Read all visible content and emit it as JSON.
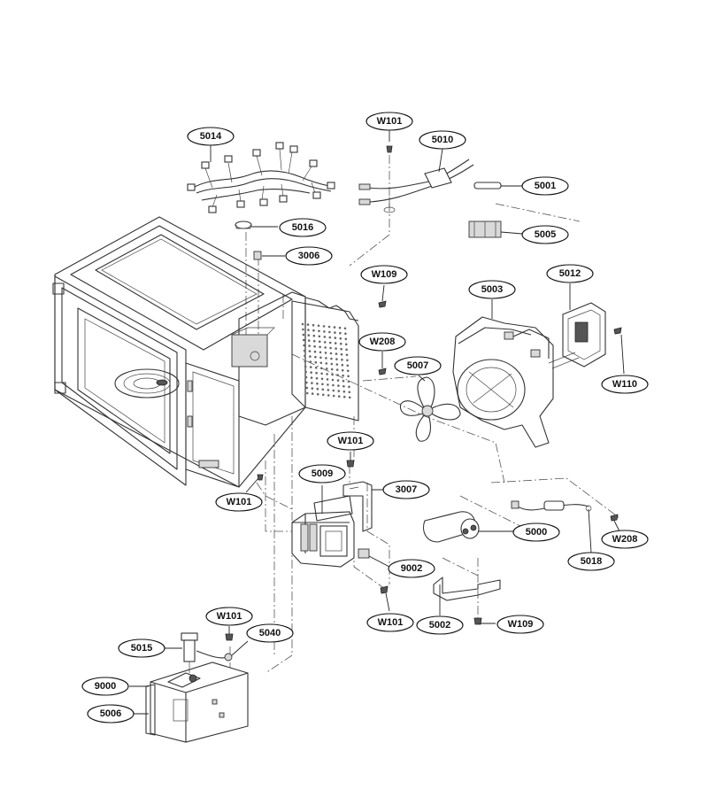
{
  "colors": {
    "highlight": "#b0176e",
    "label": "#111111",
    "line": "#333333"
  },
  "callouts": [
    {
      "id": "c-5014",
      "text": "5014",
      "highlight": true
    },
    {
      "id": "c-w101-top",
      "text": "W101",
      "highlight": false
    },
    {
      "id": "c-5010",
      "text": "5010",
      "highlight": true
    },
    {
      "id": "c-5001",
      "text": "5001",
      "highlight": false
    },
    {
      "id": "c-5016",
      "text": "5016",
      "highlight": false
    },
    {
      "id": "c-5005",
      "text": "5005",
      "highlight": true
    },
    {
      "id": "c-3006",
      "text": "3006",
      "highlight": false
    },
    {
      "id": "c-w109-mid",
      "text": "W109",
      "highlight": false
    },
    {
      "id": "c-5012",
      "text": "5012",
      "highlight": false
    },
    {
      "id": "c-5003",
      "text": "5003",
      "highlight": true
    },
    {
      "id": "c-w208-mid",
      "text": "W208",
      "highlight": false
    },
    {
      "id": "c-5007",
      "text": "5007",
      "highlight": false
    },
    {
      "id": "c-w110",
      "text": "W110",
      "highlight": false
    },
    {
      "id": "c-w101-mid",
      "text": "W101",
      "highlight": false
    },
    {
      "id": "c-5009",
      "text": "5009",
      "highlight": false
    },
    {
      "id": "c-3007",
      "text": "3007",
      "highlight": false
    },
    {
      "id": "c-w101-left",
      "text": "W101",
      "highlight": false
    },
    {
      "id": "c-5000",
      "text": "5000",
      "highlight": false
    },
    {
      "id": "c-w208-right",
      "text": "W208",
      "highlight": false
    },
    {
      "id": "c-9002",
      "text": "9002",
      "highlight": false
    },
    {
      "id": "c-5018",
      "text": "5018",
      "highlight": false
    },
    {
      "id": "c-w101-low",
      "text": "W101",
      "highlight": false
    },
    {
      "id": "c-5002",
      "text": "5002",
      "highlight": false
    },
    {
      "id": "c-w109-low",
      "text": "W109",
      "highlight": false
    },
    {
      "id": "c-w101-bottom",
      "text": "W101",
      "highlight": false
    },
    {
      "id": "c-5040",
      "text": "5040",
      "highlight": false
    },
    {
      "id": "c-5015",
      "text": "5015",
      "highlight": false
    },
    {
      "id": "c-9000",
      "text": "9000",
      "highlight": false
    },
    {
      "id": "c-5006",
      "text": "5006",
      "highlight": false
    }
  ]
}
